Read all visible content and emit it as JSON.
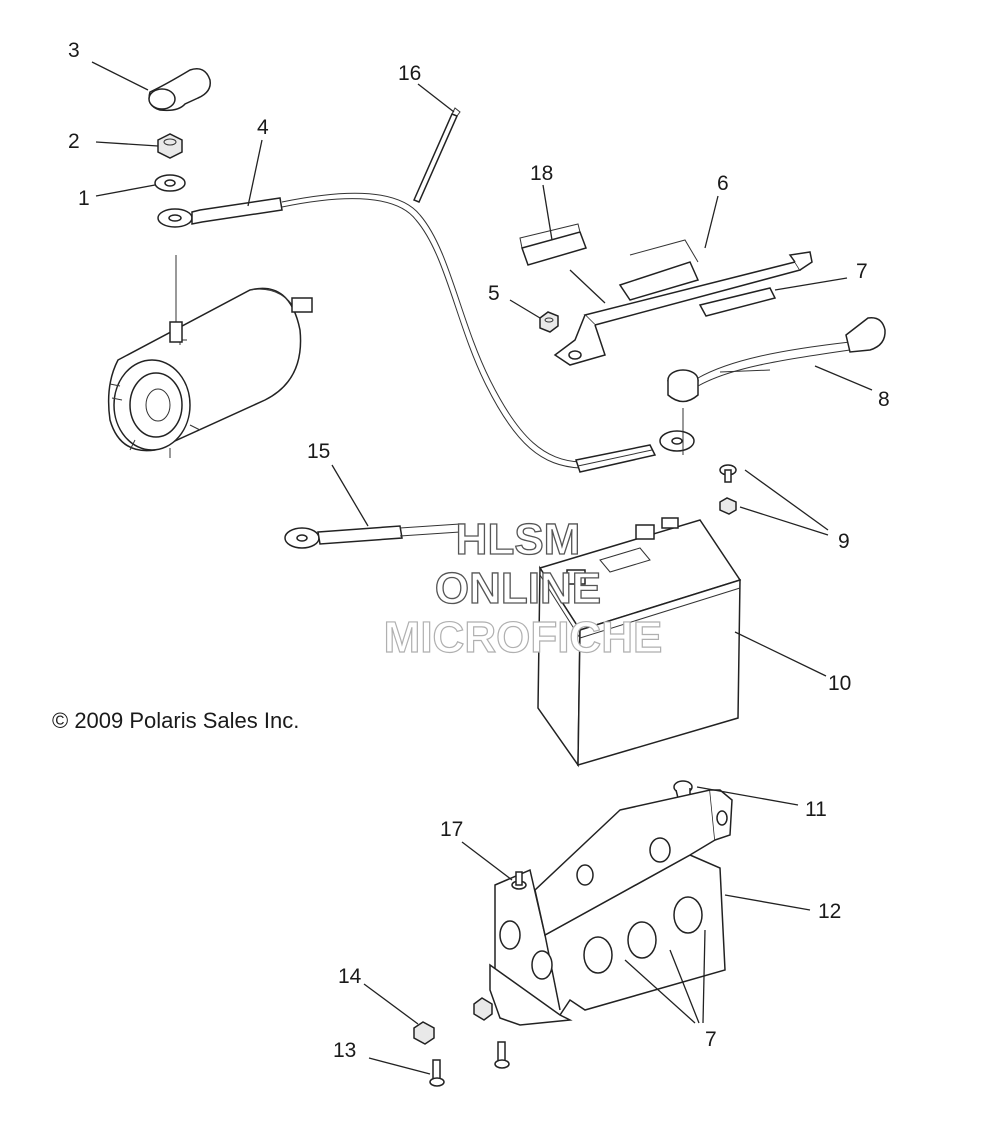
{
  "copyright": "© 2009 Polaris Sales Inc.",
  "watermark": {
    "line1": "HLSM",
    "line2": "ONLINE",
    "line3": "MICROFICHE"
  },
  "callouts": {
    "c1": "1",
    "c2": "2",
    "c3": "3",
    "c4": "4",
    "c5": "5",
    "c6": "6",
    "c7a": "7",
    "c7b": "7",
    "c8": "8",
    "c9": "9",
    "c10": "10",
    "c11": "11",
    "c12": "12",
    "c13": "13",
    "c14": "14",
    "c15": "15",
    "c16": "16",
    "c17": "17",
    "c18": "18"
  }
}
